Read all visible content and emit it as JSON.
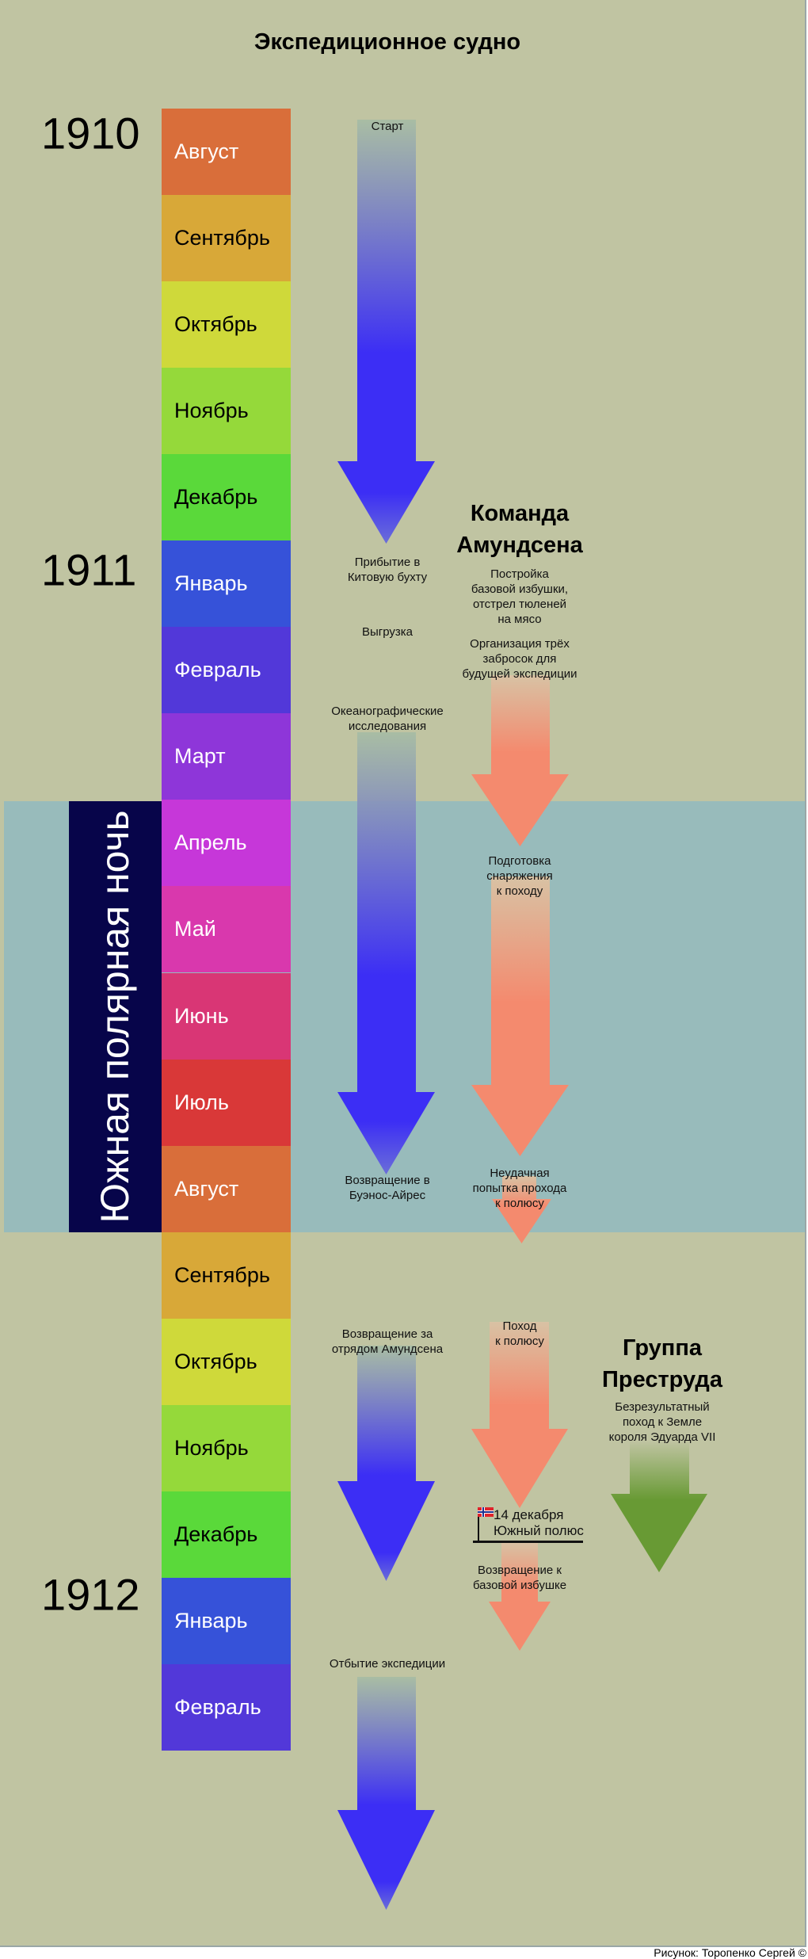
{
  "colors": {
    "background": "#c0c4a2",
    "polar_night_band": "#98bbbb",
    "polar_night_box": "#07054a",
    "ship_arrow": "#3c2ef5",
    "amundsen_arrow": "#f48a6e",
    "prestrud_arrow": "#689a34"
  },
  "years": [
    "1910",
    "1911",
    "1912"
  ],
  "months": [
    {
      "label": "Август",
      "color": "#d96e3a",
      "text": "#ffffff"
    },
    {
      "label": "Сентябрь",
      "color": "#d8a838",
      "text": "#000000"
    },
    {
      "label": "Октябрь",
      "color": "#cfd93a",
      "text": "#000000"
    },
    {
      "label": "Ноябрь",
      "color": "#95d93a",
      "text": "#000000"
    },
    {
      "label": "Декабрь",
      "color": "#5ad93a",
      "text": "#000000"
    },
    {
      "label": "Январь",
      "color": "#3652d9",
      "text": "#ffffff"
    },
    {
      "label": "Февраль",
      "color": "#5238d9",
      "text": "#ffffff"
    },
    {
      "label": "Март",
      "color": "#8e36d9",
      "text": "#ffffff"
    },
    {
      "label": "Апрель",
      "color": "#c637d9",
      "text": "#ffffff"
    },
    {
      "label": "Май",
      "color": "#d938ad",
      "text": "#ffffff"
    },
    {
      "label": "Июнь",
      "color": "#d93675",
      "text": "#ffffff"
    },
    {
      "label": "Июль",
      "color": "#d93838",
      "text": "#ffffff"
    },
    {
      "label": "Август",
      "color": "#d96e3a",
      "text": "#ffffff"
    },
    {
      "label": "Сентябрь",
      "color": "#d8a838",
      "text": "#000000"
    },
    {
      "label": "Октябрь",
      "color": "#cfd93a",
      "text": "#000000"
    },
    {
      "label": "Ноябрь",
      "color": "#95d93a",
      "text": "#000000"
    },
    {
      "label": "Декабрь",
      "color": "#5ad93a",
      "text": "#000000"
    },
    {
      "label": "Январь",
      "color": "#3652d9",
      "text": "#ffffff"
    },
    {
      "label": "Февраль",
      "color": "#5238d9",
      "text": "#ffffff"
    }
  ],
  "polar_night": "Южная полярная ночь",
  "ship": {
    "title": "Экспедиционное судно",
    "notes": [
      "Старт",
      "Прибытие в\nКитовую бухту",
      "Выгрузка",
      "Океанографические\nисследования",
      "Возвращение в\nБуэнос-Айрес",
      "Возвращение за\nотрядом Амундсена",
      "Отбытие экспедиции"
    ]
  },
  "amundsen": {
    "title": "Команда\nАмундсена",
    "notes": [
      "Постройка\nбазовой избушки,\nотстрел тюленей\nна мясо",
      "Организация трёх\nзабросок для\nбудущей экспедиции",
      "Подготовка\nснаряжения\nк походу",
      "Неудачная\nпопытка прохода\nк полюсу",
      "Поход\nк полюсу",
      "Возвращение к\nбазовой избушке"
    ],
    "pole_date": "14 декабря",
    "pole_label": "Южный полюс"
  },
  "prestrud": {
    "title": "Группа\nПреструда",
    "note": "Безрезультатный\nпоход к Земле\nкороля Эдуарда VII"
  },
  "copyright": "Рисунок: Торопенко Сергей ©"
}
